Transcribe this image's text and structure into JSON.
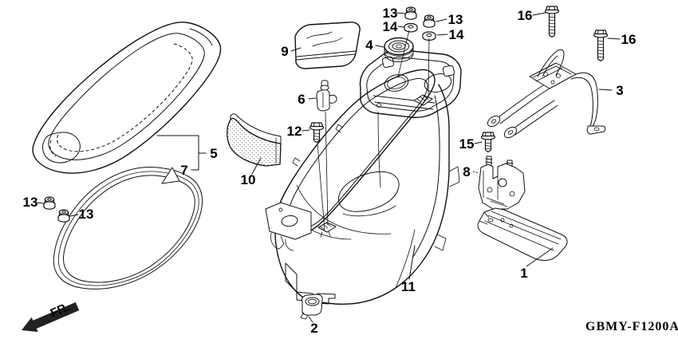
{
  "diagram": {
    "code": "GBMY-F1200A",
    "front_label": "FR.",
    "parts": {
      "p1": "1",
      "p2": "2",
      "p3": "3",
      "p4": "4",
      "p5": "5",
      "p6": "6",
      "p7": "7",
      "p8": "8",
      "p9": "9",
      "p10": "10",
      "p11": "11",
      "p12": "12",
      "p13": "13",
      "p14": "14",
      "p15": "15",
      "p16": "16"
    }
  }
}
